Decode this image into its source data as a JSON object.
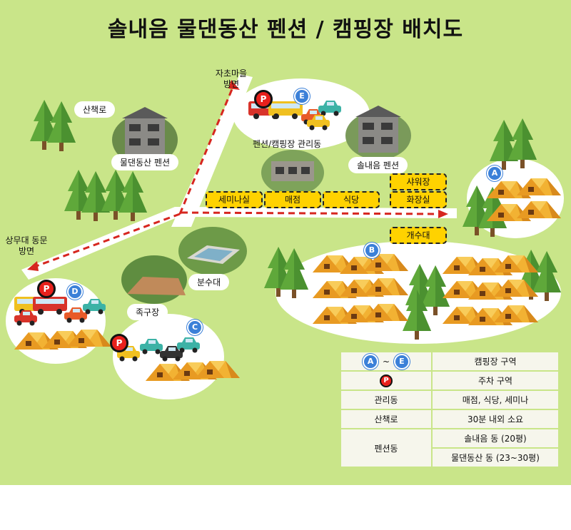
{
  "title": "솔내음 물댄동산 펜션 / 캠핑장 배치도",
  "roads": {
    "north": "자초마을\n방면",
    "west": "상무대 동문\n방면"
  },
  "places": {
    "trail": "산책로",
    "muldaen_pension": "물댄동산 펜션",
    "office": "펜션/캠핑장 관리동",
    "solnaeeum_pension": "솔내음 펜션",
    "fountain": "분수대",
    "foot_court": "족구장"
  },
  "facilities": {
    "seminar": "세미나실",
    "store": "매점",
    "restaurant": "식당",
    "shower": "샤워장",
    "restroom": "화장실",
    "sink": "개수대"
  },
  "zones": {
    "a": "A",
    "b": "B",
    "c": "C",
    "d": "D",
    "e": "E"
  },
  "parking_letter": "P",
  "legend": {
    "zone_from": "A",
    "zone_tilde": "~",
    "zone_to": "E",
    "rows": [
      {
        "value": "캠핑장 구역"
      },
      {
        "value": "주차 구역"
      },
      {
        "key": "관리동",
        "value": "매점, 식당, 세미나"
      },
      {
        "key": "산책로",
        "value": "30분 내외 소요"
      },
      {
        "key": "펜션동",
        "value": "솔내음 동 (20평)"
      },
      {
        "value": "물댄동산 동 (23~30평)"
      }
    ]
  },
  "colors": {
    "grass": "#c9e589",
    "road": "#ffffff",
    "route": "#d6261f",
    "facility": "#ffd200",
    "zone_badge": "#3b80d8",
    "parking": "#e8201c",
    "tree": "#5fa83a",
    "tent": "#f2b233"
  }
}
